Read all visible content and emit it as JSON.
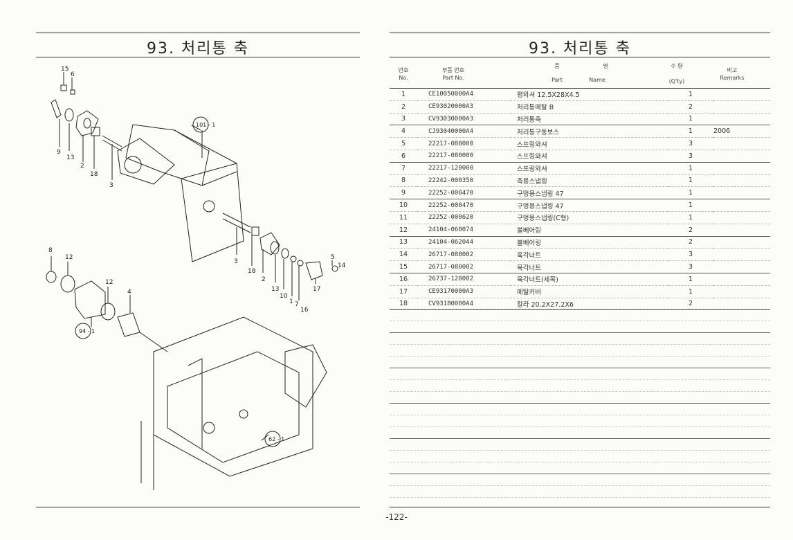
{
  "left_page": {
    "title": "93. 처리통 축",
    "callouts": {
      "ref_top": "101 - 1",
      "ref_mid": "94 - 1",
      "ref_bottom": "62 - 1"
    },
    "labels": {
      "l15": "15",
      "l6a": "6",
      "l9a": "9",
      "l13a": "13",
      "l2a": "2",
      "l18a": "18",
      "l3a": "3",
      "l3b": "3",
      "l18b": "18",
      "l2b": "2",
      "l13b": "13",
      "l10": "10",
      "l1": "1",
      "l7": "7",
      "l16": "16",
      "l17": "17",
      "l5": "5",
      "l14": "14",
      "l8": "8",
      "l12a": "12",
      "l12b": "12",
      "l4": "4"
    }
  },
  "right_page": {
    "title": "93. 처리통 축",
    "header": {
      "no_ko": "번호",
      "no_en": "No.",
      "pn_ko": "부품 번호",
      "pn_en": "Part No.",
      "name_ko_1": "품",
      "name_ko_2": "명",
      "name_en_1": "Part",
      "name_en_2": "Name",
      "qty_ko": "수 량",
      "qty_en": "(Q'ty)",
      "rem_ko": "비고",
      "rem_en": "Remarks"
    },
    "parts": [
      {
        "no": "1",
        "part_no": "CE10050000A4",
        "name": "평와셔 12.5X28X4.5",
        "qty": "1",
        "remarks": ""
      },
      {
        "no": "2",
        "part_no": "CE93020000A3",
        "name": "처리통메탈 B",
        "qty": "2",
        "remarks": ""
      },
      {
        "no": "3",
        "part_no": "CV93030000A3",
        "name": "처리통축",
        "qty": "1",
        "remarks": ""
      },
      {
        "no": "4",
        "part_no": "CJ93040000A4",
        "name": "처리통구동보스",
        "qty": "1",
        "remarks": "2006"
      },
      {
        "no": "5",
        "part_no": "22217-080000",
        "name": "스프링와셔",
        "qty": "3",
        "remarks": ""
      },
      {
        "no": "6",
        "part_no": "22217-080000",
        "name": "스프링와셔",
        "qty": "3",
        "remarks": ""
      },
      {
        "no": "7",
        "part_no": "22217-120000",
        "name": "스프링와셔",
        "qty": "1",
        "remarks": ""
      },
      {
        "no": "8",
        "part_no": "22242-000350",
        "name": "축용스냅링",
        "qty": "1",
        "remarks": ""
      },
      {
        "no": "9",
        "part_no": "22252-000470",
        "name": "구멍용스냅링 47",
        "qty": "1",
        "remarks": ""
      },
      {
        "no": "10",
        "part_no": "22252-000470",
        "name": "구멍용스냅링 47",
        "qty": "1",
        "remarks": ""
      },
      {
        "no": "11",
        "part_no": "22252-000620",
        "name": "구멍용스냅링(C형)",
        "qty": "1",
        "remarks": ""
      },
      {
        "no": "12",
        "part_no": "24104-060074",
        "name": "볼베어링",
        "qty": "2",
        "remarks": ""
      },
      {
        "no": "13",
        "part_no": "24104-062044",
        "name": "볼베어링",
        "qty": "2",
        "remarks": ""
      },
      {
        "no": "14",
        "part_no": "26717-080002",
        "name": "육각너트",
        "qty": "3",
        "remarks": ""
      },
      {
        "no": "15",
        "part_no": "26717-080002",
        "name": "육각너트",
        "qty": "3",
        "remarks": ""
      },
      {
        "no": "16",
        "part_no": "26737-120002",
        "name": "육각너트(세목)",
        "qty": "1",
        "remarks": ""
      },
      {
        "no": "17",
        "part_no": "CE93170000A3",
        "name": "메탈커버",
        "qty": "1",
        "remarks": ""
      },
      {
        "no": "18",
        "part_no": "CV93180000A4",
        "name": "칼라 20.2X27.2X6",
        "qty": "2",
        "remarks": ""
      }
    ]
  },
  "page_number": "-122-"
}
